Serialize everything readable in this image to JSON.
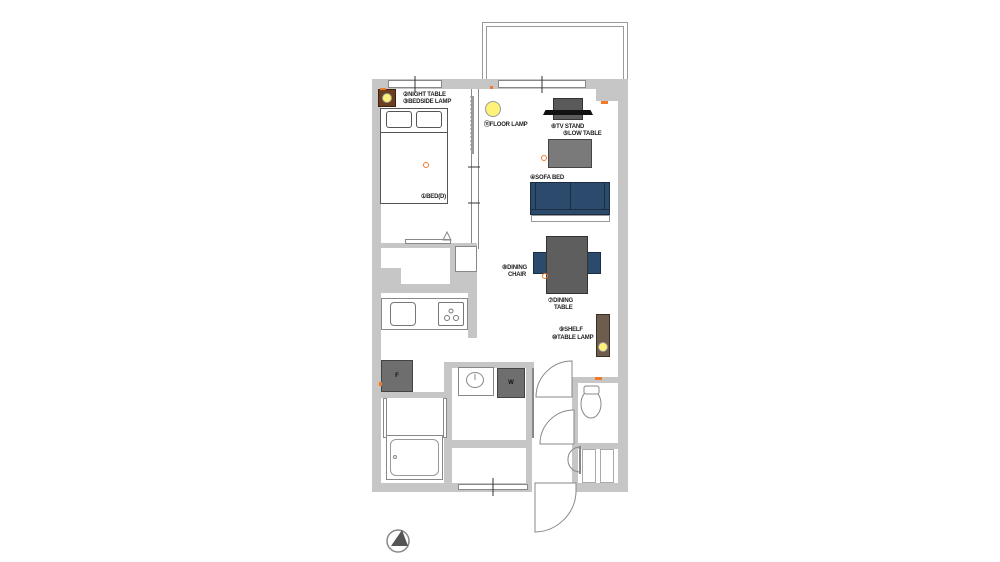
{
  "floorplan": {
    "colors": {
      "wall": "#c6c6c6",
      "floor": "#ffffff",
      "sofa": "#2c4a6b",
      "furniture_gray": "#6e6e6e",
      "lamp": "#fff27a",
      "night_table": "#6b3f1e",
      "shelf": "#6e5d4f",
      "outlet": "#f07a2a",
      "tv_stand": "#5a5a5a"
    },
    "labels": {
      "night_table": "②NIGHT TABLE",
      "bedside_lamp": "③BEDSIDE LAMP",
      "bed": "①BED(D)",
      "floor_lamp": "⑪FLOOR LAMP",
      "tv_stand": "⑥TV STAND",
      "low_table": "⑤LOW TABLE",
      "sofa_bed": "④SOFA BED",
      "dining_chair_1": "⑧DINING",
      "dining_chair_2": "CHAIR",
      "dining_table_1": "⑦DINING",
      "dining_table_2": "TABLE",
      "shelf": "⑨SHELF",
      "table_lamp": "⑩TABLE LAMP",
      "fridge": "F",
      "washer": "W"
    },
    "compass": {
      "icon": "north-arrow-icon"
    }
  }
}
